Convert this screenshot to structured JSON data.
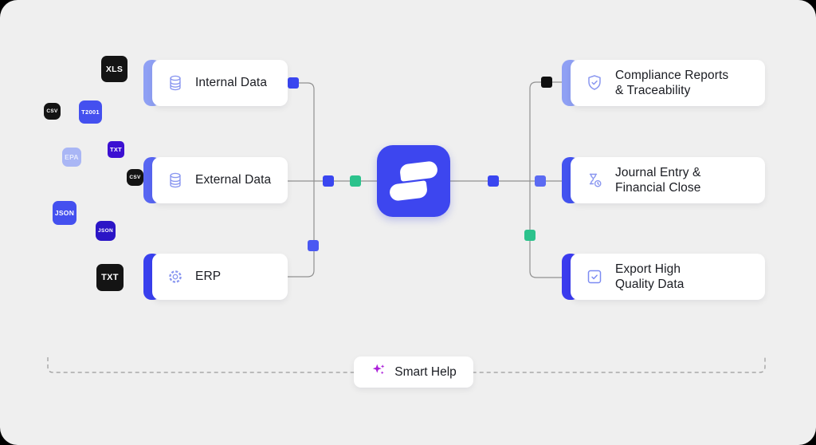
{
  "diagram_title": "data-integration-flow",
  "left_cards": [
    {
      "label": "Internal Data",
      "icon": "database-icon",
      "accent_color": "#8fa0f4"
    },
    {
      "label": "External Data",
      "icon": "database-icon",
      "accent_color": "#5866f2"
    },
    {
      "label": "ERP",
      "icon": "gear-icon",
      "accent_color": "#3940ee"
    }
  ],
  "right_cards": [
    {
      "line1": "Compliance Reports",
      "line2": "& Traceability",
      "icon": "shield-check-icon",
      "accent_color": "#8fa0f4"
    },
    {
      "line1": "Journal Entry &",
      "line2": "Financial Close",
      "icon": "hourglass-clock-icon",
      "accent_color": "#4353f0"
    },
    {
      "line1": "Export High",
      "line2": "Quality Data",
      "icon": "checkbox-check-icon",
      "accent_color": "#3b3bee"
    }
  ],
  "file_badges": [
    {
      "label": "XLS",
      "color": "#141414"
    },
    {
      "label": "CSV",
      "color": "#141414"
    },
    {
      "label": "T2001",
      "color": "#4450ef"
    },
    {
      "label": "EPA",
      "color": "#a9b6f5"
    },
    {
      "label": "TXT",
      "color": "#3c10d2"
    },
    {
      "label": "CSV",
      "color": "#141414"
    },
    {
      "label": "JSON",
      "color": "#4450ef"
    },
    {
      "label": "JSON",
      "color": "#2b15c6"
    },
    {
      "label": "TXT",
      "color": "#141414"
    }
  ],
  "center_node": {
    "icon": "s-logo",
    "color": "#3d46ef"
  },
  "smart_help": {
    "label": "Smart Help",
    "icon": "sparkles-icon",
    "icon_color": "#ab1fd9"
  },
  "connector_nodes": {
    "blue": "#3a46f0",
    "light_blue": "#5b6af2",
    "green": "#2cc28c",
    "black": "#101010"
  },
  "colors": {
    "background": "#efefef",
    "card_background": "#ffffff",
    "text": "#1a1c22",
    "line": "#909090",
    "icon_stroke": "#8a97f0"
  }
}
